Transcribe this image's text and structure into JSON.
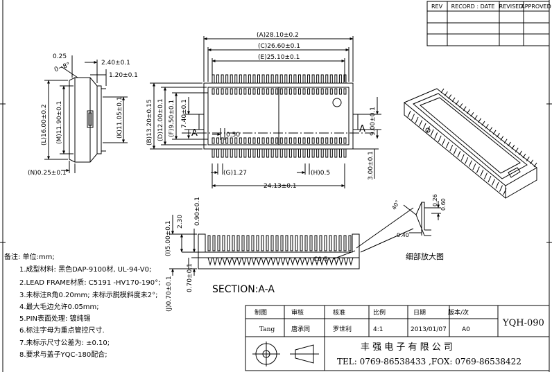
{
  "revision_table": {
    "headers": [
      "REV",
      "RECORD : DATE",
      "REVISED",
      "APPROVED"
    ]
  },
  "side_view": {
    "angle": "0~8°",
    "dim_025_top": "0.25",
    "dim_240": "2.40±0.1",
    "dim_120": "1.20±0.1",
    "dim_L": "(L)16.00±0.2",
    "dim_M": "(M)11.90±0.1",
    "dim_K": "(K)11.05±0.1",
    "dim_N": "(N)0.25±0.1"
  },
  "top_view": {
    "dim_A": "(A)28.10±0.2",
    "dim_C": "(C)26.60±0.1",
    "dim_E": "(E)25.10±0.1",
    "dim_B": "(B)13.20±0.15",
    "dim_D": "(D)12.00±0.1",
    "dim_F": "(F)9.50±0.1",
    "dim_740": "7.40±0.1",
    "dim_050": "0.50",
    "dim_900": "9.00±0.1",
    "dim_300": "3.00±0.1",
    "dim_G": "(G)1.27",
    "dim_H": "(H)0.5",
    "dim_2413": "24.13±0.1",
    "section_mark": "A"
  },
  "section_view": {
    "dim_I": "(I)5.00±0.1",
    "dim_230": "2.30",
    "dim_090": "0.90±0.1",
    "dim_070": "0.70±0.1",
    "dim_J": "(J)0.70±0.1",
    "dim_C05": "C0.5",
    "title": "SECTION:A-A"
  },
  "detail_view": {
    "angle": "40°",
    "dim_026": "0.26",
    "dim_060": "0.60",
    "dim_040": "0.40",
    "title": "细部放大图"
  },
  "notes": {
    "header": "备注:     单位:mm;",
    "items": [
      "1.成型材料: 黑色DAP-9100材, UL-94-V0;",
      "2.LEAD FRAME材质: C5191 -HV170-190°;",
      "3.未标注R角0.20mm; 未标示脱模斜度未2°;",
      "4.最大毛边允许0.05mm;",
      "5.PIN表面处理: 镀纯锡",
      "6.标注字母为重点管控尺寸.",
      "7.未标示尺寸公差为: ±0.10;",
      "8.要求与盖子YQC-180配合;"
    ]
  },
  "title_block": {
    "headers": [
      "制图",
      "审核",
      "核准",
      "比例",
      "日期",
      "版本/次"
    ],
    "values": [
      "Tang",
      "唐承同",
      "罗世利",
      "4:1",
      "2013/01/07",
      "A0"
    ],
    "part_no": "YQH-090",
    "company": "丰 强 电 子 有 限 公 司",
    "contact": "TEL: 0769-86538433 ,FOX: 0769-86538422"
  }
}
